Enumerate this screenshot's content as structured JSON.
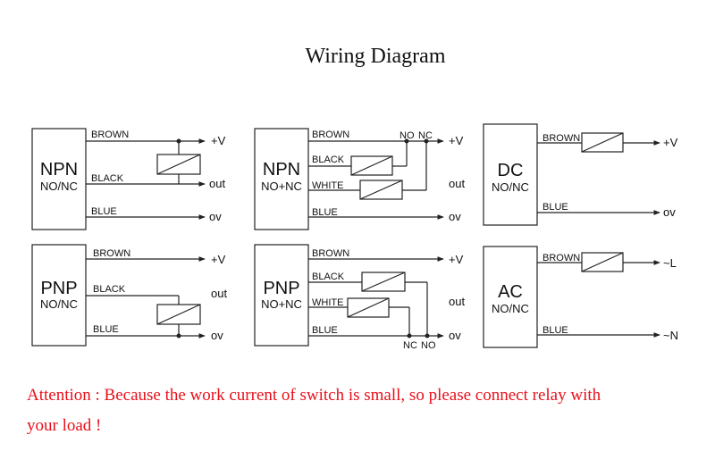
{
  "title": "Wiring Diagram",
  "wires": {
    "brown": "BROWN",
    "black": "BLACK",
    "blue": "BLUE",
    "white": "WHITE"
  },
  "terminals": {
    "plus_v": "+V",
    "out": "out",
    "ov": "ov",
    "l": "~L",
    "n": "~N",
    "no": "NO",
    "nc": "NC"
  },
  "sensors": {
    "npn": {
      "type": "NPN",
      "mode": "NO/NC"
    },
    "npn2": {
      "type": "NPN",
      "mode": "NO+NC"
    },
    "dc": {
      "type": "DC",
      "mode": "NO/NC"
    },
    "pnp": {
      "type": "PNP",
      "mode": "NO/NC"
    },
    "pnp2": {
      "type": "PNP",
      "mode": "NO+NC"
    },
    "ac": {
      "type": "AC",
      "mode": "NO/NC"
    }
  },
  "attention": {
    "line1": "Attention : Because the work current of  switch is small, so please connect relay with",
    "line2": "your load !"
  },
  "colors": {
    "attention": "#e8101a",
    "lines": "#222222"
  }
}
